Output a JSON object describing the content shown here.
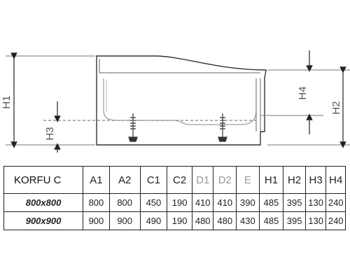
{
  "diagram": {
    "labels": {
      "h1": "H1",
      "h2": "H2",
      "h3": "H3",
      "h4": "H4"
    }
  },
  "table": {
    "model": "KORFU C",
    "headers": [
      "A1",
      "A2",
      "C1",
      "C2",
      "D1",
      "D2",
      "E",
      "H1",
      "H2",
      "H3",
      "H4"
    ],
    "dimmed": [
      false,
      false,
      false,
      false,
      true,
      true,
      true,
      false,
      false,
      false,
      false
    ],
    "rows": [
      {
        "label": "800x800",
        "values": [
          "800",
          "800",
          "450",
          "190",
          "410",
          "410",
          "390",
          "485",
          "395",
          "130",
          "240"
        ]
      },
      {
        "label": "900x900",
        "values": [
          "900",
          "900",
          "490",
          "190",
          "480",
          "480",
          "430",
          "485",
          "395",
          "130",
          "240"
        ]
      }
    ]
  }
}
